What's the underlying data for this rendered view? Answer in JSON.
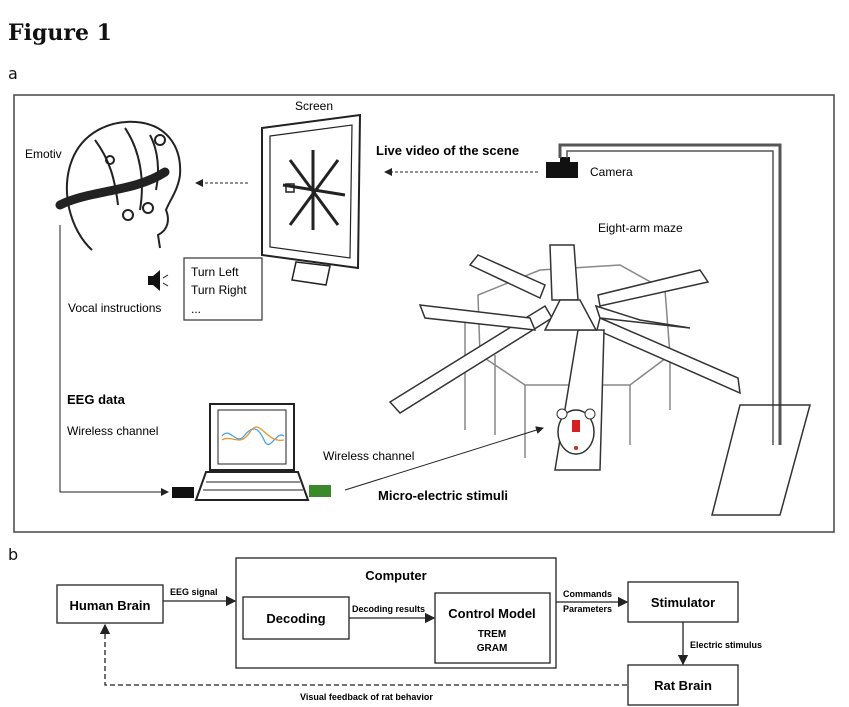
{
  "figure_title": "Figure 1",
  "panel_a": {
    "label": "a",
    "emotiv": "Emotiv",
    "screen": "Screen",
    "live_video": "Live video of the scene",
    "camera": "Camera",
    "maze": "Eight-arm maze",
    "vocal_instructions": "Vocal instructions",
    "commands": [
      "Turn Left",
      "Turn Right",
      "..."
    ],
    "eeg_data": "EEG data",
    "wireless_channel_left": "Wireless channel",
    "wireless_channel_right": "Wireless channel",
    "micro_stimuli": "Micro-electric stimuli"
  },
  "panel_b": {
    "label": "b",
    "human_brain": "Human Brain",
    "eeg_signal": "EEG signal",
    "computer": "Computer",
    "decoding": "Decoding",
    "decoding_results": "Decoding results",
    "control_model": "Control Model",
    "trem": "TREM",
    "gram": "GRAM",
    "commands": "Commands",
    "parameters": "Parameters",
    "stimulator": "Stimulator",
    "electric_stimulus": "Electric stimulus",
    "rat_brain": "Rat Brain",
    "visual_feedback": "Visual feedback of rat behavior"
  }
}
